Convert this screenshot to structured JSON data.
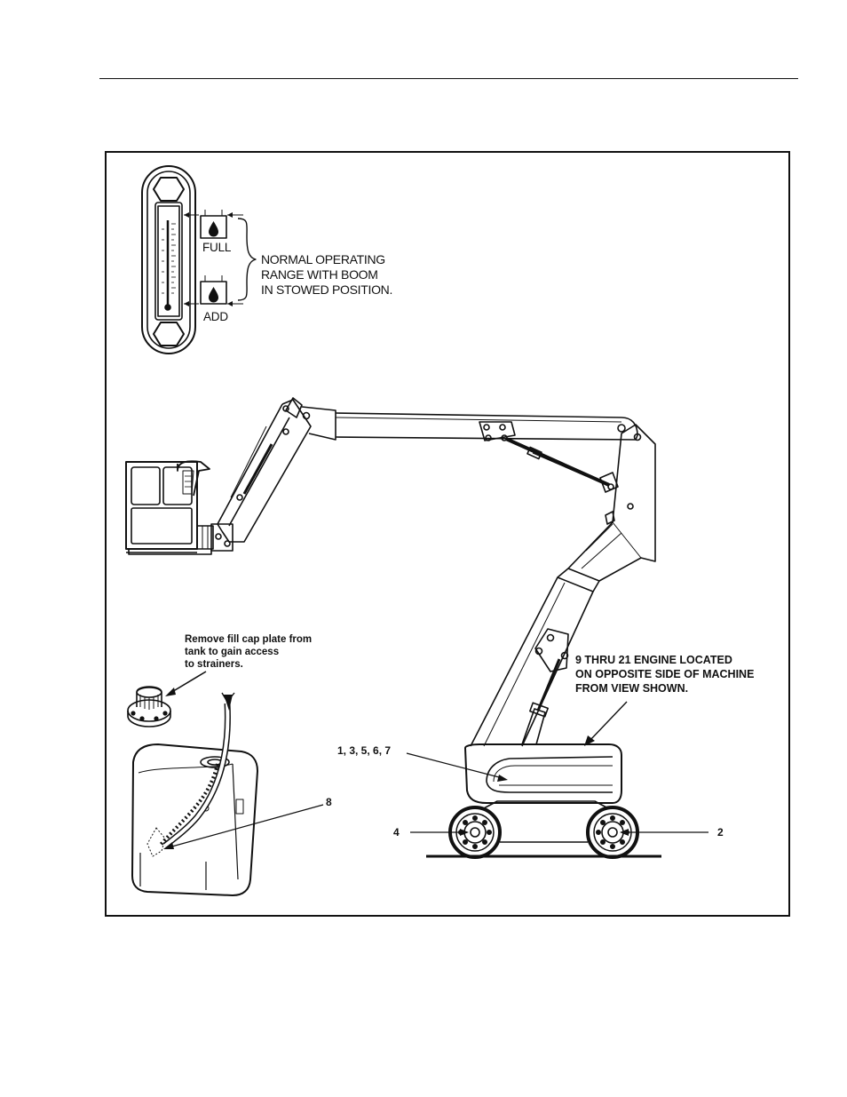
{
  "gauge": {
    "full_label": "FULL",
    "add_label": "ADD",
    "range_text": [
      "NORMAL OPERATING",
      "RANGE WITH BOOM",
      "IN STOWED POSITION."
    ]
  },
  "notes": {
    "fill_cap": [
      "Remove fill cap plate from",
      "tank to gain access",
      "to strainers."
    ],
    "engine": [
      "9 THRU 21 ENGINE LOCATED",
      "ON OPPOSITE SIDE OF MACHINE",
      "FROM VIEW SHOWN."
    ]
  },
  "callouts": {
    "chassis": "1, 3, 5, 6, 7",
    "tank": "8",
    "rear_wheel": "4",
    "front_wheel": "2"
  }
}
